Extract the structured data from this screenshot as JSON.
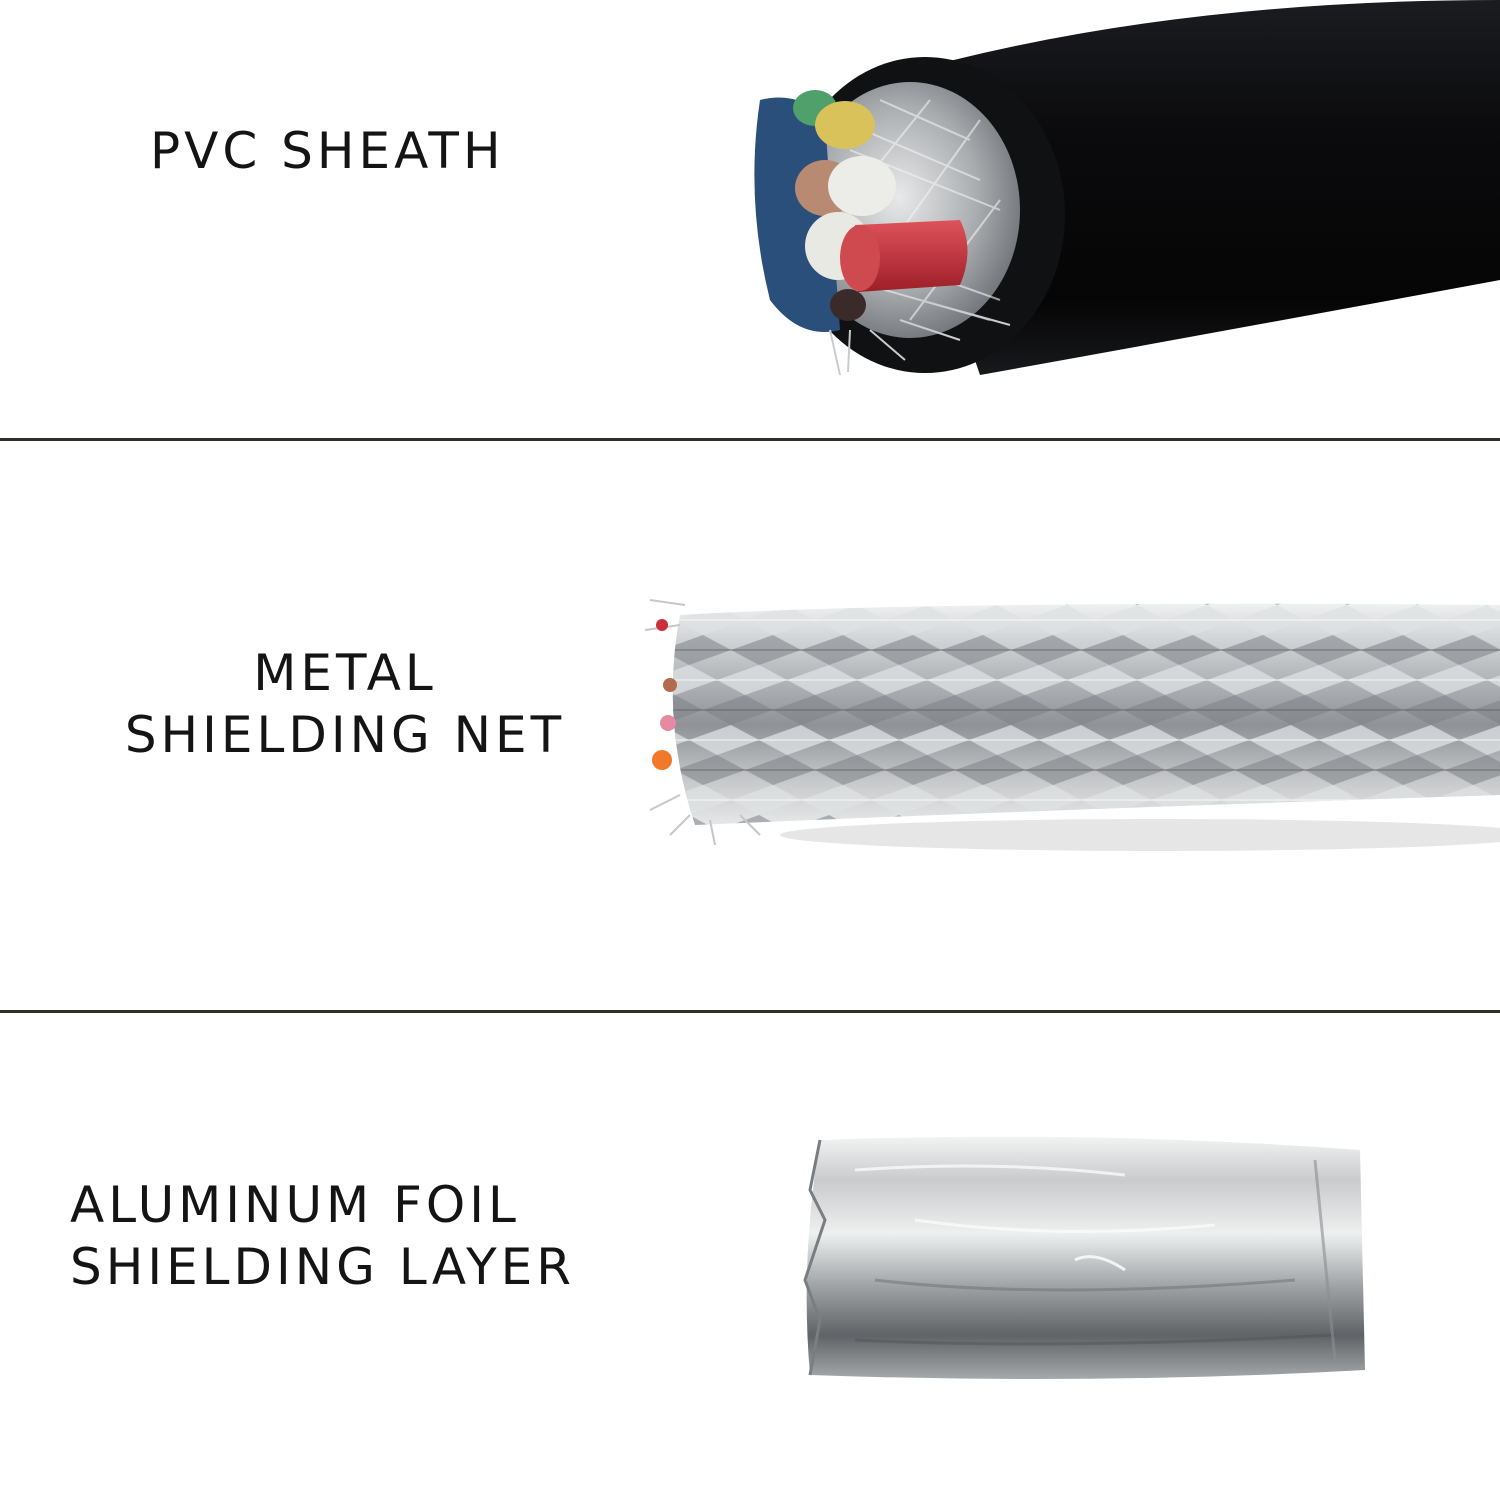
{
  "panels": [
    {
      "label_lines": [
        "PVC SHEATH"
      ],
      "image": "cable-cross-section-with-black-pvc-jacket-braid-and-colored-cores"
    },
    {
      "label_lines": [
        "METAL",
        "SHIELDING NET"
      ],
      "image": "braided-tinned-copper-shielding-net"
    },
    {
      "label_lines": [
        "ALUMINUM FOIL",
        "SHIELDING LAYER"
      ],
      "image": "wrapped-aluminum-foil-shield"
    }
  ],
  "colors": {
    "background": "#ffffff",
    "text": "#141414",
    "divider": "#2e2e2a",
    "pvc_jacket": "#0b0b0d",
    "braid_silver": "#b9bcbf",
    "foil_silver": "#c7cacc",
    "core_red": "#c8303a",
    "core_white": "#e9e9e4",
    "core_yellow": "#d9c25a",
    "core_blue": "#2a4f7a",
    "core_green": "#4fa06a",
    "core_orange": "#f07a2a"
  }
}
